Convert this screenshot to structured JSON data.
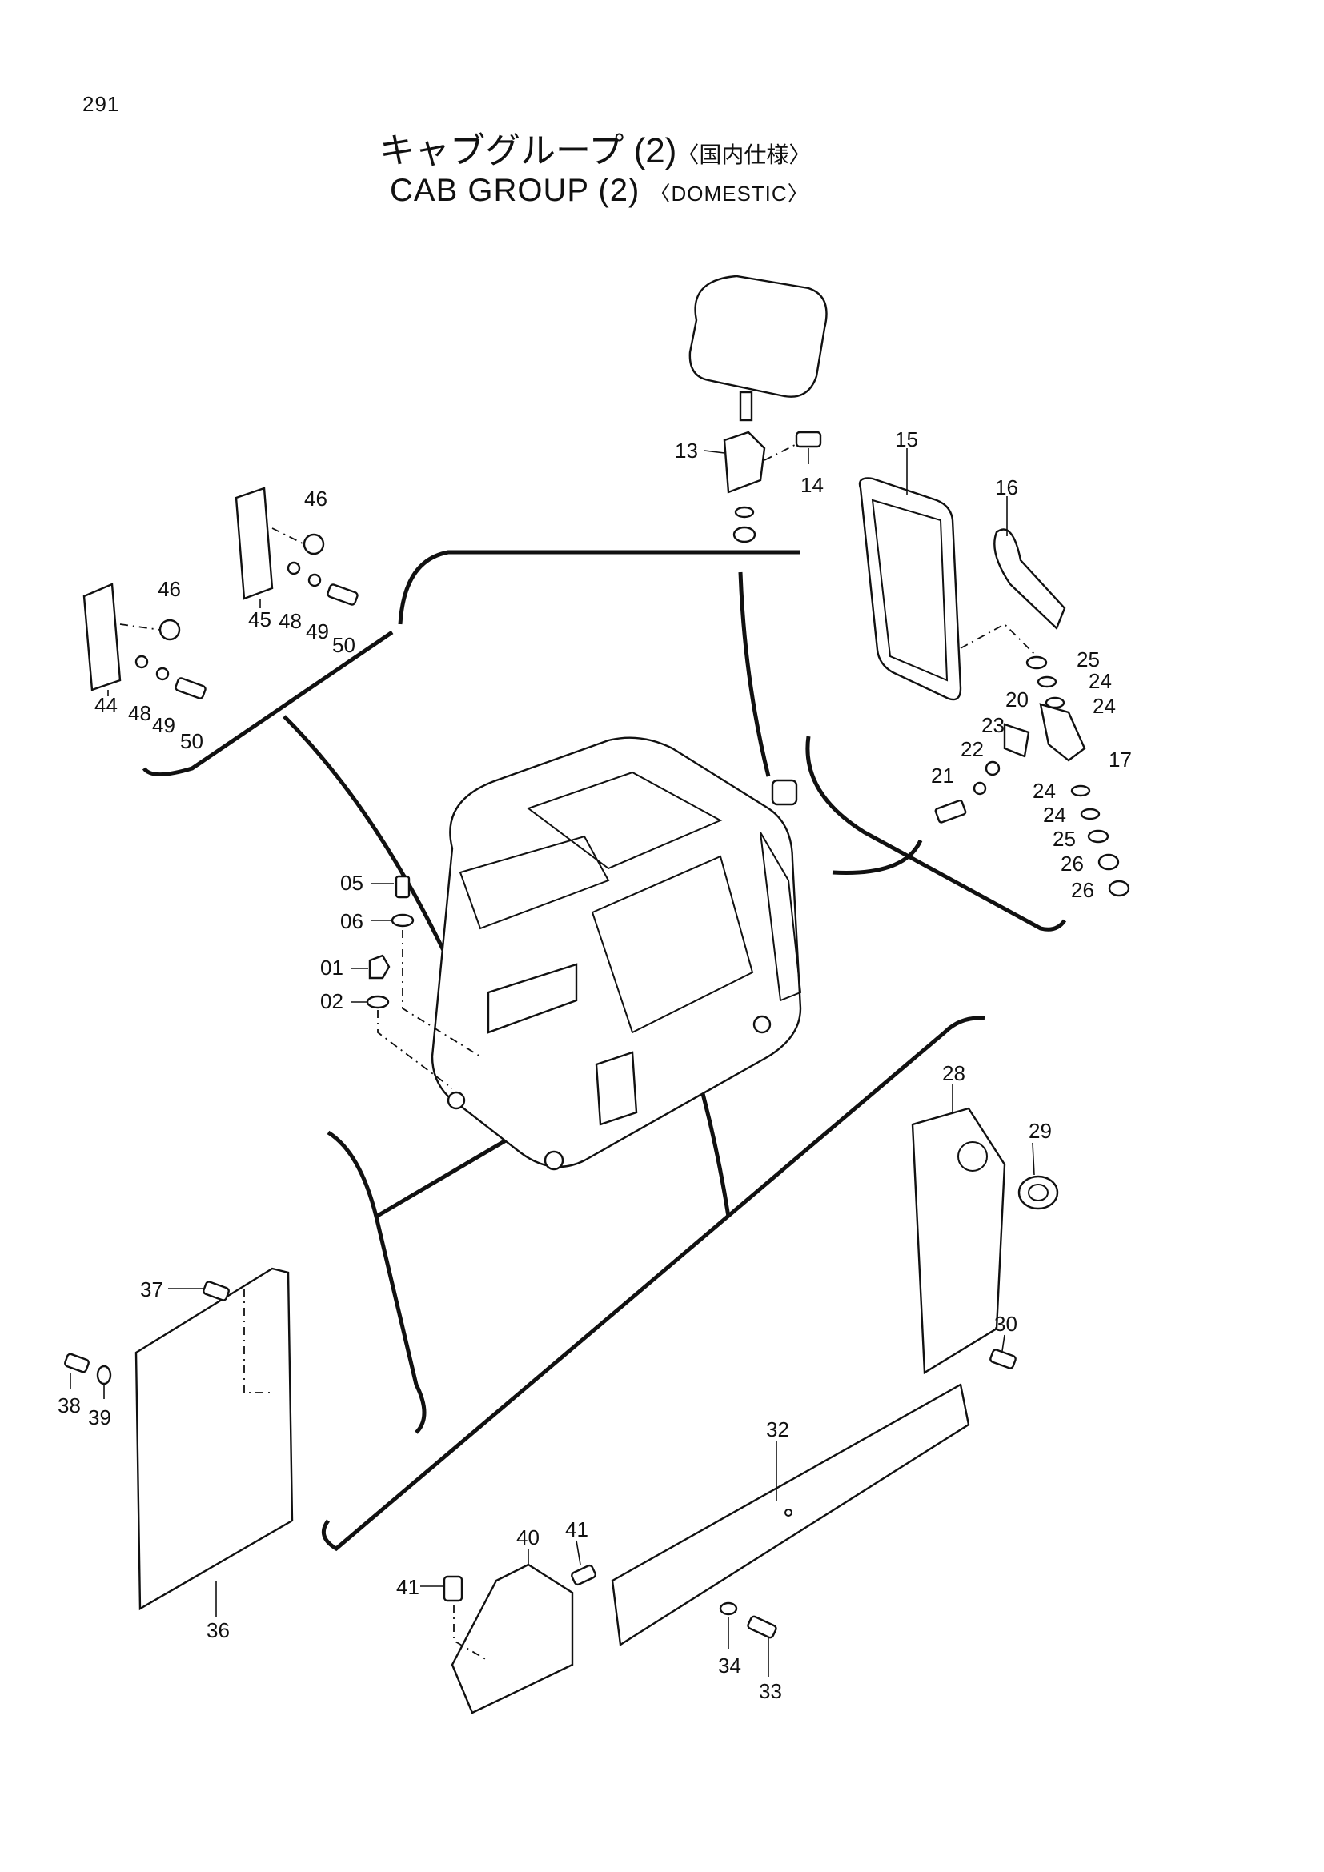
{
  "page_number": "291",
  "title_jp": "キャブグループ (2)",
  "title_jp_note": "〈国内仕様〉",
  "title_en": "CAB GROUP (2)",
  "title_en_note": "〈DOMESTIC〉",
  "callouts": {
    "c01": "01",
    "c02": "02",
    "c05": "05",
    "c06": "06",
    "c13": "13",
    "c14": "14",
    "c15": "15",
    "c16": "16",
    "c17": "17",
    "c20": "20",
    "c21": "21",
    "c22": "22",
    "c23": "23",
    "c24a": "24",
    "c24b": "24",
    "c24c": "24",
    "c24d": "24",
    "c25a": "25",
    "c25b": "25",
    "c26a": "26",
    "c26b": "26",
    "c28": "28",
    "c29": "29",
    "c30": "30",
    "c32": "32",
    "c33": "33",
    "c34": "34",
    "c36": "36",
    "c37": "37",
    "c38": "38",
    "c39": "39",
    "c40": "40",
    "c41a": "41",
    "c41b": "41",
    "c44": "44",
    "c45": "45",
    "c46a": "46",
    "c46b": "46",
    "c48a": "48",
    "c48b": "48",
    "c49a": "49",
    "c49b": "49",
    "c50a": "50",
    "c50b": "50"
  }
}
